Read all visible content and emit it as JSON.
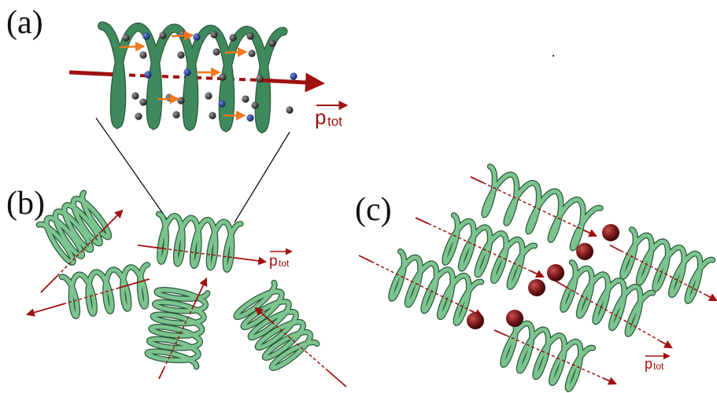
{
  "panels": {
    "a": {
      "label": "(a)",
      "momentum_label": "p",
      "momentum_sub": "tot"
    },
    "b": {
      "label": "(b)",
      "momentum_label": "p",
      "momentum_sub": "tot"
    },
    "c": {
      "label": "(c)",
      "momentum_label": "p",
      "momentum_sub": "tot"
    }
  },
  "colors": {
    "helix": "#3f8a5c",
    "helix_light": "#7cc48f",
    "axis": "#a01010",
    "spin_arrow": "#f07820",
    "atom_dark": "#3a3a3a",
    "atom_blue": "#1f3f9a",
    "sphere": "#7a1a1a"
  }
}
